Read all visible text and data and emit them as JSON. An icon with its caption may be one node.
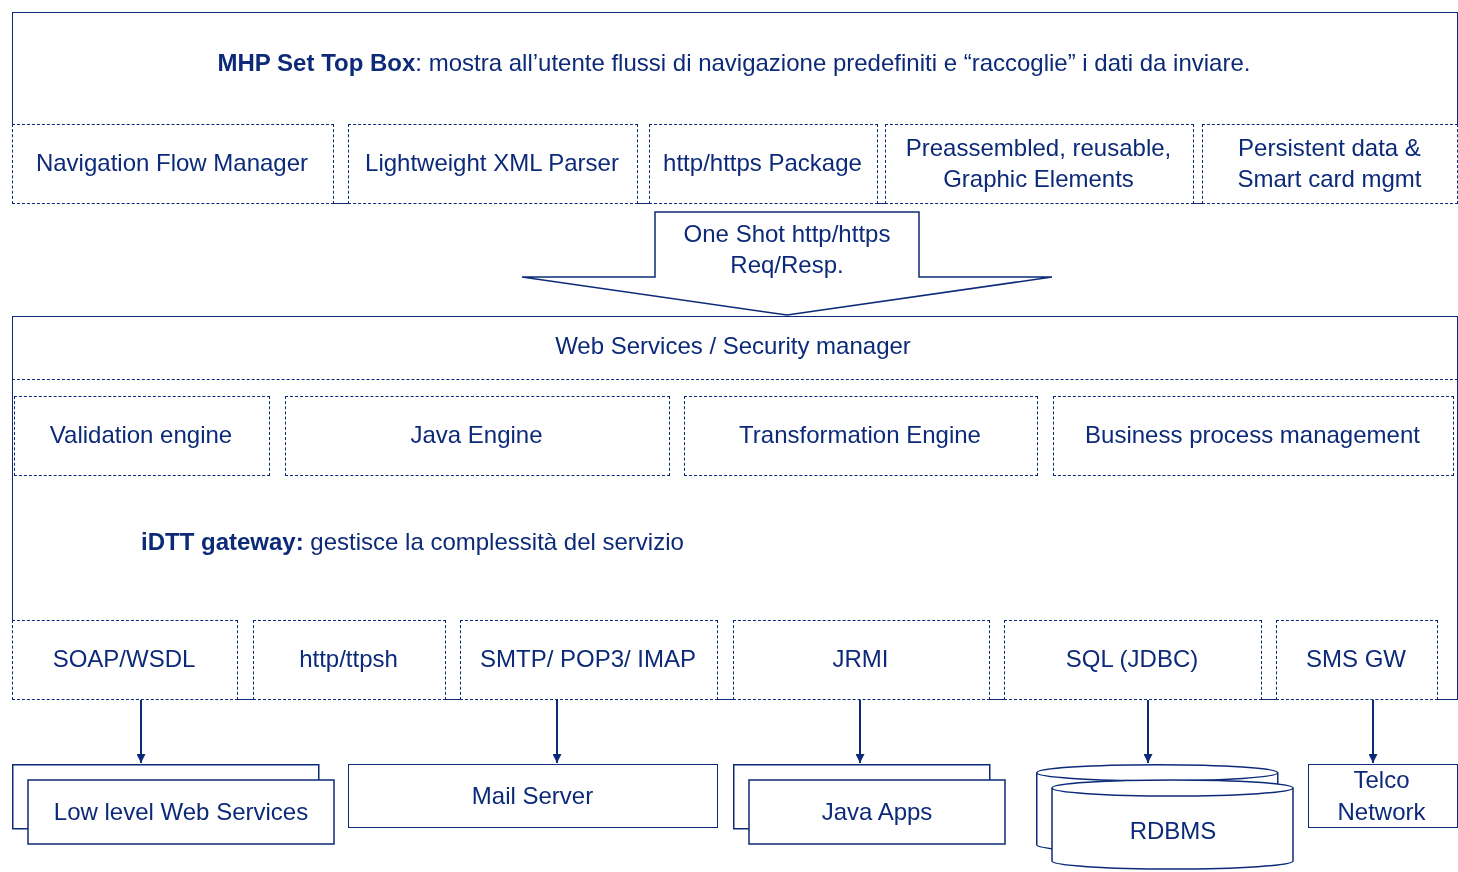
{
  "diagram": {
    "nodes": [
      {
        "text": [
          "**MHP Set Top Box**: mostra all’utente flussi di navigazione predefiniti e “raccoglie” i dati da inviare."
        ]
      },
      {
        "text": [
          "Navigation Flow Manager"
        ],
        "in": 0
      },
      {
        "text": [
          "Lightweight XML Parser"
        ],
        "in": 0
      },
      {
        "text": [
          "http/https Package"
        ],
        "in": 0
      },
      {
        "text": [
          "Preassembled, reusable, Graphic Elements"
        ],
        "in": 0
      },
      {
        "text": [
          "Persistent data & Smart card mgmt"
        ],
        "in": 0
      },
      {
        "text": [
          "**iDTT gateway:** gestisce la complessità del servizio"
        ]
      },
      {
        "text": [
          "Web Services / Security manager"
        ],
        "in": 6
      },
      {
        "text": [
          "Validation engine"
        ],
        "in": 6
      },
      {
        "text": [
          "Java Engine"
        ],
        "in": 6
      },
      {
        "text": [
          "Transformation Engine"
        ],
        "in": 6
      },
      {
        "text": [
          "Business process management"
        ],
        "in": 6
      },
      {
        "text": [
          "SOAP/WSDL"
        ],
        "in": 6
      },
      {
        "text": [
          "http/ttpsh"
        ],
        "in": 6
      },
      {
        "text": [
          "SMTP/ POP3/ IMAP"
        ],
        "in": 6
      },
      {
        "text": [
          "JRMI"
        ],
        "in": 6
      },
      {
        "text": [
          "SQL (JDBC)"
        ],
        "in": 6
      },
      {
        "text": [
          "SMS GW"
        ],
        "in": 6
      },
      {
        "text": [
          "Low level Web Services"
        ]
      },
      {
        "text": [
          "Mail Server"
        ]
      },
      {
        "text": [
          "Java Apps"
        ]
      },
      {
        "text": [
          "RDBMS"
        ]
      },
      {
        "text": [
          "Telco Network"
        ]
      }
    ],
    "edges": [
      {
        "from": 0,
        "to": 6,
        "arrow": "to",
        "label": "One Shot http/https Req/Resp.",
        "style": "thick"
      },
      {
        "from": 12,
        "to": 18,
        "arrow": "to"
      },
      {
        "from": 14,
        "to": 19,
        "arrow": "to"
      },
      {
        "from": 15,
        "to": 20,
        "arrow": "to"
      },
      {
        "from": 16,
        "to": 21,
        "arrow": "to"
      },
      {
        "from": 17,
        "to": 22,
        "arrow": "to"
      }
    ]
  }
}
